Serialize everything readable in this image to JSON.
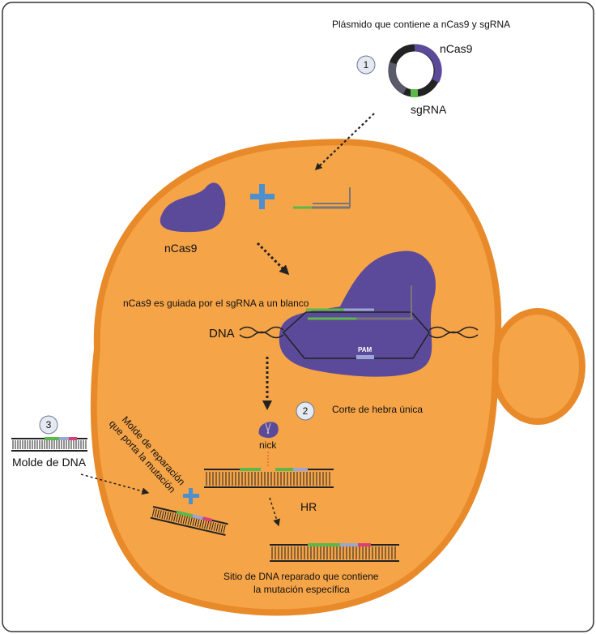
{
  "plasmid": {
    "title": "Plásmido que contiene a nCas9 y sgRNA",
    "gene_label": "nCas9",
    "guide_label": "sgRNA"
  },
  "steps": {
    "one": "1",
    "two": "2",
    "three": "3"
  },
  "cell": {
    "protein_label": "nCas9",
    "plus": "+",
    "guided_text": "nCas9 es guiada por el sgRNA a un blanco",
    "dna_label": "DNA",
    "pam_label": "PAM",
    "nick_step_text": "Corte de hebra única",
    "nick_label": "nick",
    "hr_label": "HR",
    "repair_template_label_line1": "Molde de reparación",
    "repair_template_label_line2": "que porta la mutación",
    "repaired_text_line1": "Sitio de DNA reparado que contiene",
    "repaired_text_line2": "la mutación específica"
  },
  "outside": {
    "template_label": "Molde de DNA"
  },
  "colors": {
    "cell_fill": "#f5a448",
    "cell_border": "#e88a2a",
    "protein": "#5b4a9a",
    "guide_green": "#5cb84a",
    "pam_blue": "#9aa6d6",
    "mutation_pink": "#d9407a",
    "plus_blue": "#4d8fcf",
    "dna_dark": "#222222"
  }
}
